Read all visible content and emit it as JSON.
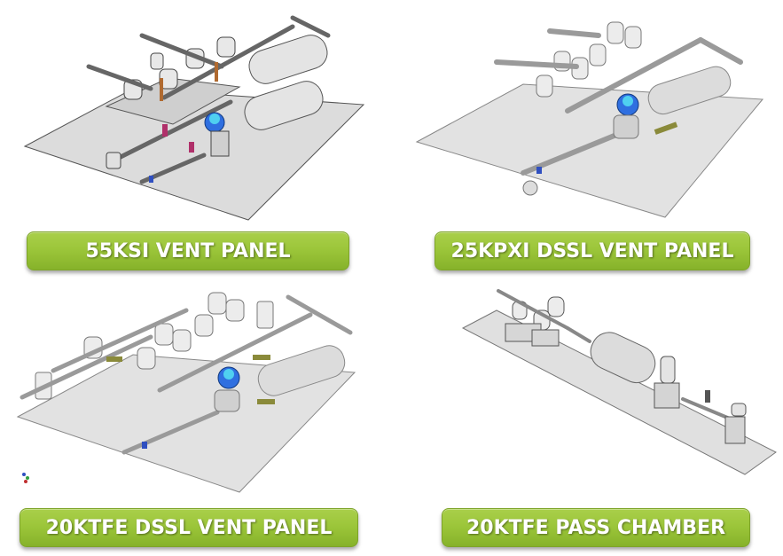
{
  "panels": [
    {
      "id": "55ksi",
      "label": "55KSI VENT PANEL",
      "image": "isometric-cad-vent-panel-render"
    },
    {
      "id": "25kpxi",
      "label": "25KPXI DSSL VENT PANEL",
      "image": "isometric-cad-vent-panel-render"
    },
    {
      "id": "20ktfe-dssl",
      "label": "20KTFE DSSL VENT PANEL",
      "image": "isometric-cad-vent-panel-render"
    },
    {
      "id": "20ktfe-pass",
      "label": "20KTFE PASS CHAMBER",
      "image": "isometric-cad-pass-chamber-render"
    }
  ],
  "colors": {
    "button_green": "#9cc63a",
    "button_text": "#ffffff",
    "plate_gray": "#d9d9d9",
    "regulator_blue": "#2f6fe0",
    "gauge_purple": "#b0306a",
    "bracket_olive": "#8a8a3a"
  }
}
